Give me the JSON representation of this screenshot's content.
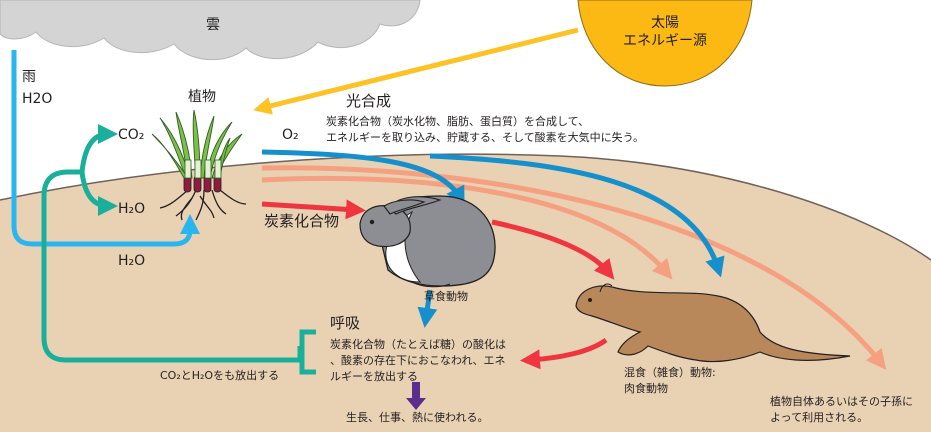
{
  "labels": {
    "cloud": "雲",
    "rain": "雨",
    "rain_h2o": "H2O",
    "sun_line1": "太陽",
    "sun_line2": "エネルギー源",
    "plant": "植物",
    "photosynthesis": "光合成",
    "photosynthesis_desc_line1": "炭素化合物（炭水化物、脂肪、蛋白質）を合成して、",
    "photosynthesis_desc_line2": "エネルギーを取り込み、貯蔵する、そして酸素を大気中に失う。",
    "co2": "CO₂",
    "o2": "O₂",
    "h2o_plant": "H₂O",
    "h2o_ground": "H₂O",
    "carbon_compounds": "炭素化合物",
    "herbivore": "草食動物",
    "respiration": "呼吸",
    "respiration_desc_line1": "炭素化合物（たとえば糖）の酸化は",
    "respiration_desc_line2": "、酸素の存在下におこなわれ、エネ",
    "respiration_desc_line3": "ルギーを放出する",
    "release": "CO₂とH₂Oをも放出する",
    "usage": "生長、仕事、熱に使われる。",
    "omnivore_line1": "混食（雑食）動物:",
    "omnivore_line2": "肉食動物",
    "plant_use_line1": "植物自体あるいはその子孫に",
    "plant_use_line2": "よって利用される。"
  },
  "colors": {
    "ground": "#e9d2b4",
    "ground_edge": "#6e6259",
    "cloud": "#d4d4d4",
    "sun": "#fdb913",
    "water_arrow": "#29b6f0",
    "co2_loop_arrow": "#1aaf9a",
    "sun_arrow": "#fcc226",
    "carbon_arrow": "#ee3540",
    "plant_arrow": "#f5a080",
    "oxygen_arrow": "#1590cc",
    "energy_arrow": "#5b2d8e",
    "rabbit": "#8c8e93",
    "weasel": "#b8885a"
  },
  "icons": [
    "cloud-icon",
    "sun-icon",
    "plant-icon",
    "rabbit-icon",
    "weasel-icon"
  ]
}
